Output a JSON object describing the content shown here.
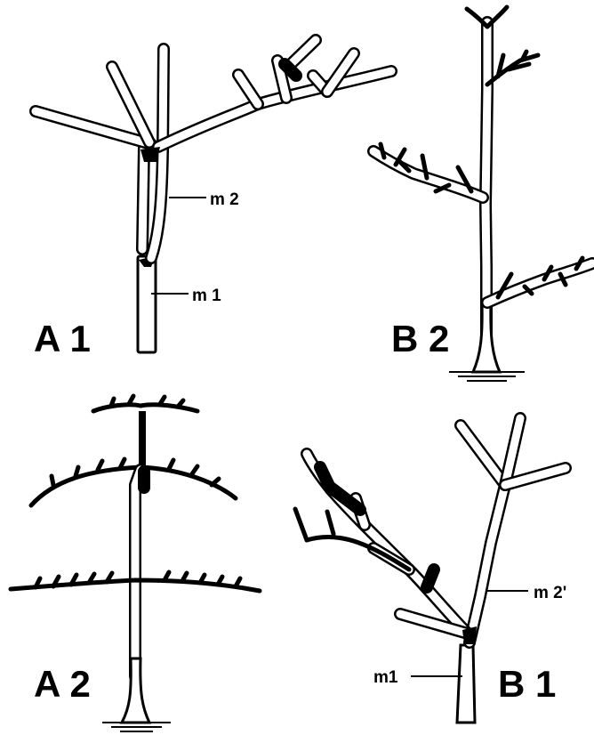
{
  "panels": {
    "a1": {
      "label": "A 1",
      "m1": "m 1",
      "m2": "m 2"
    },
    "b2": {
      "label": "B 2"
    },
    "a2": {
      "label": "A 2"
    },
    "b1": {
      "label": "B 1",
      "m1": "m1",
      "m2": "m 2'"
    }
  }
}
